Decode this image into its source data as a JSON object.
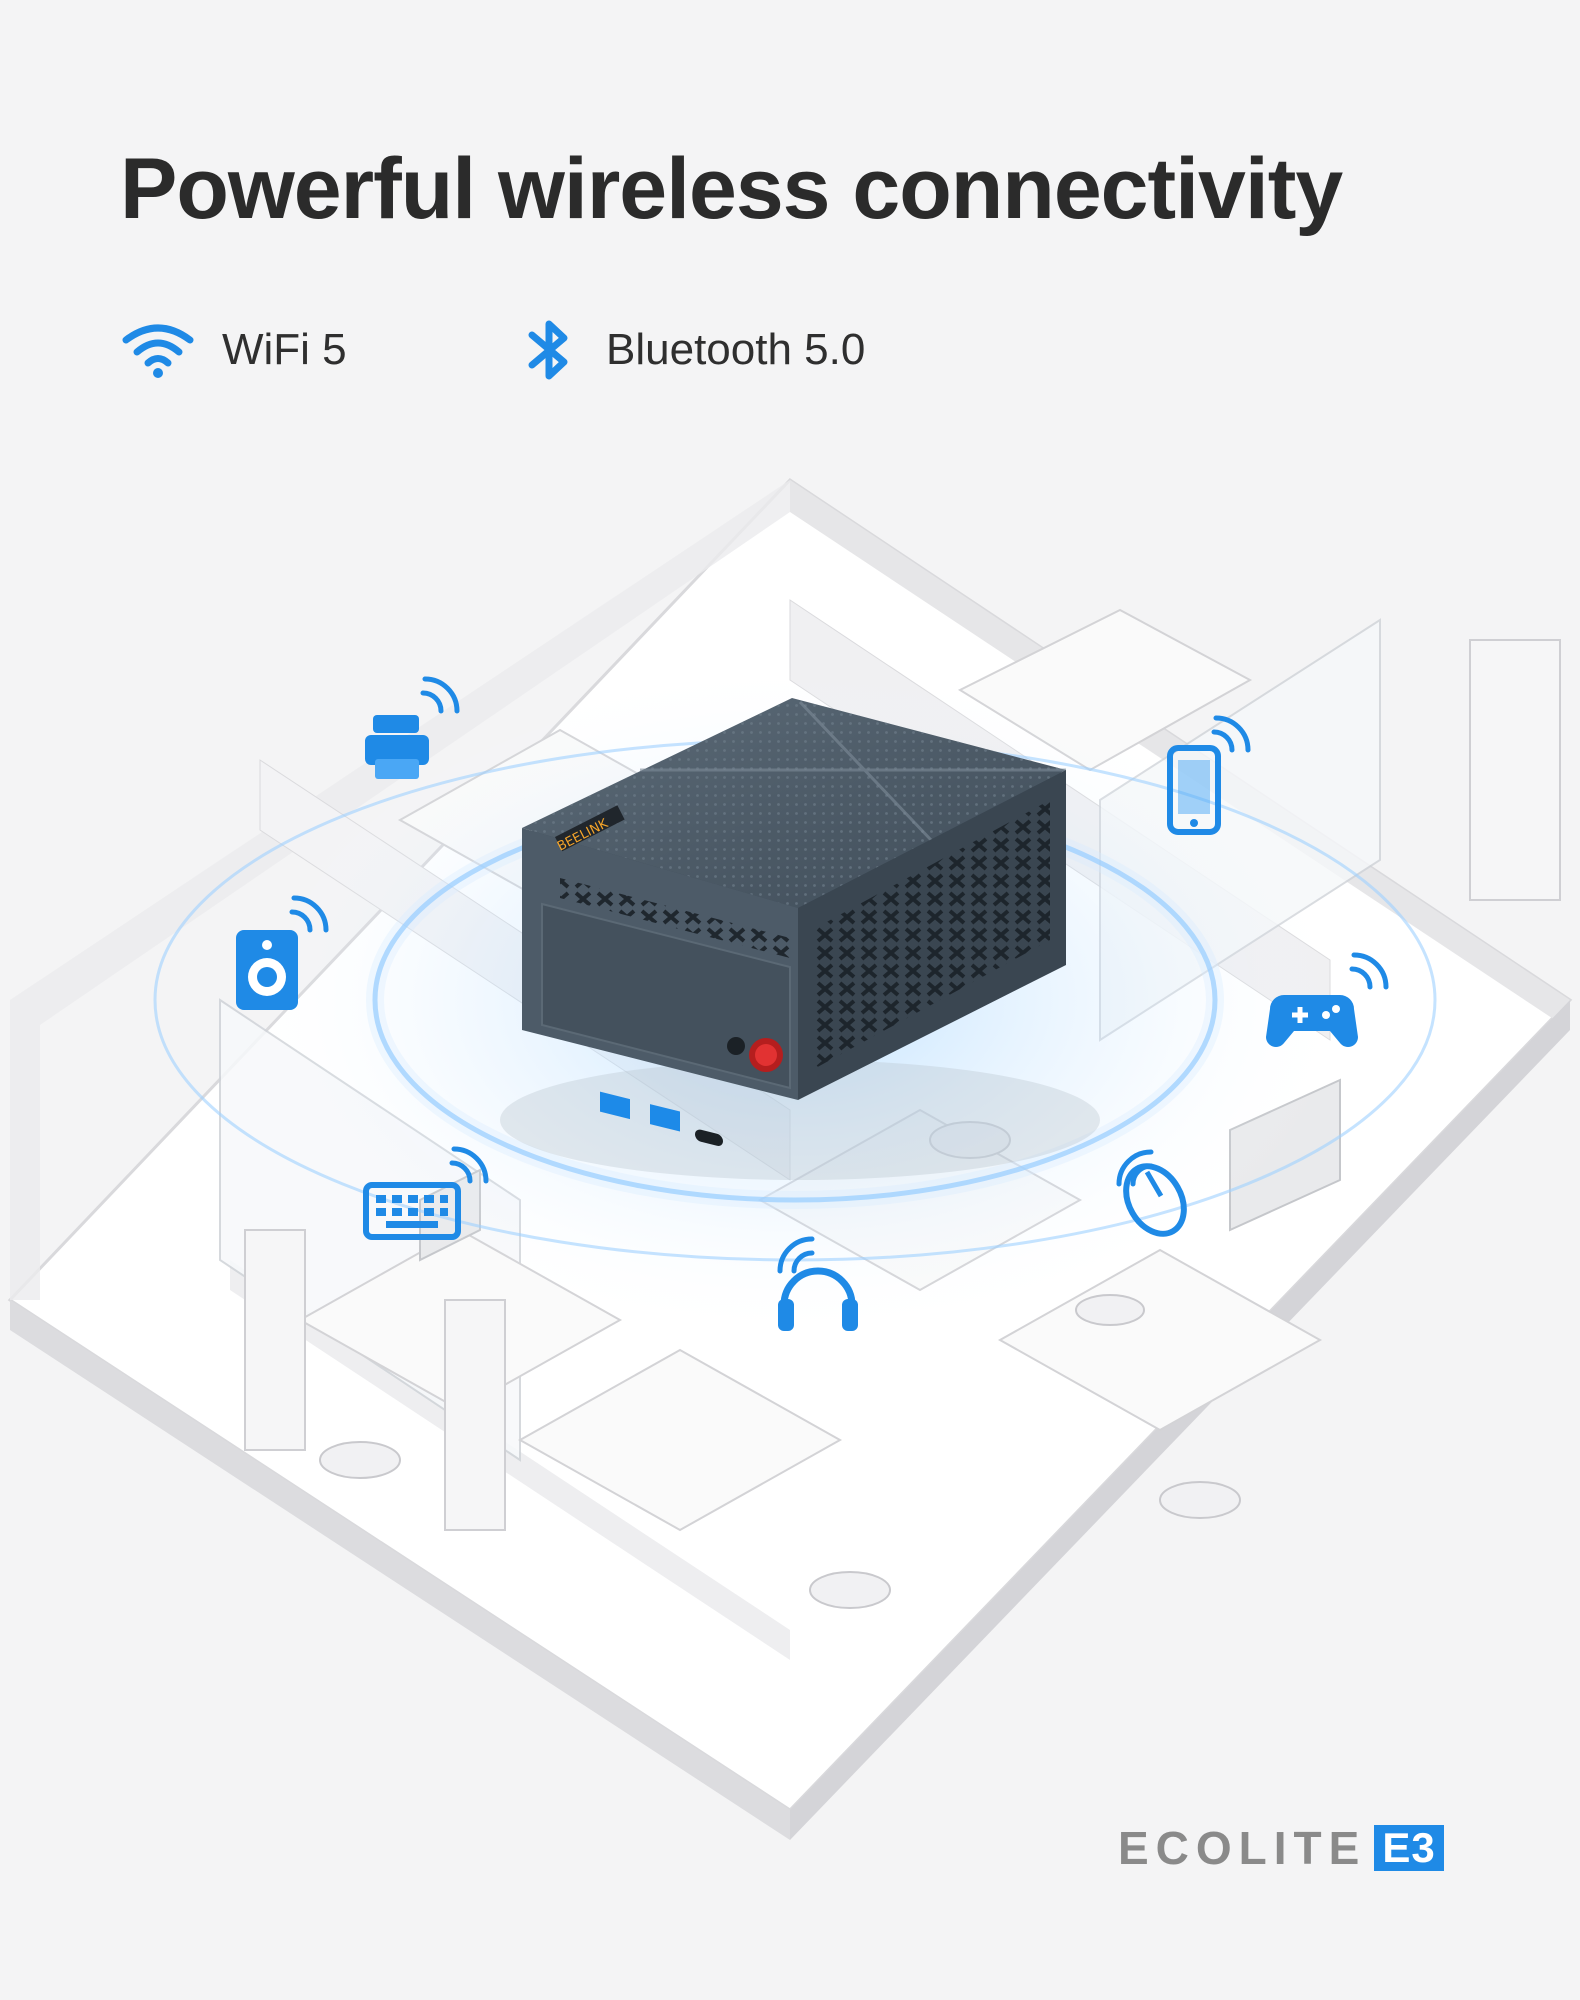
{
  "headline": "Powerful wireless connectivity",
  "features": [
    {
      "icon": "wifi-icon",
      "label": "WiFi 5"
    },
    {
      "icon": "bluetooth-icon",
      "label": "Bluetooth 5.0"
    }
  ],
  "device_logo": "BEELINK",
  "brand": {
    "word": "ECOLITE",
    "model": "E3"
  },
  "colors": {
    "accent": "#1f8ae6",
    "text": "#2b2b2b",
    "device": "#4d5b68"
  }
}
